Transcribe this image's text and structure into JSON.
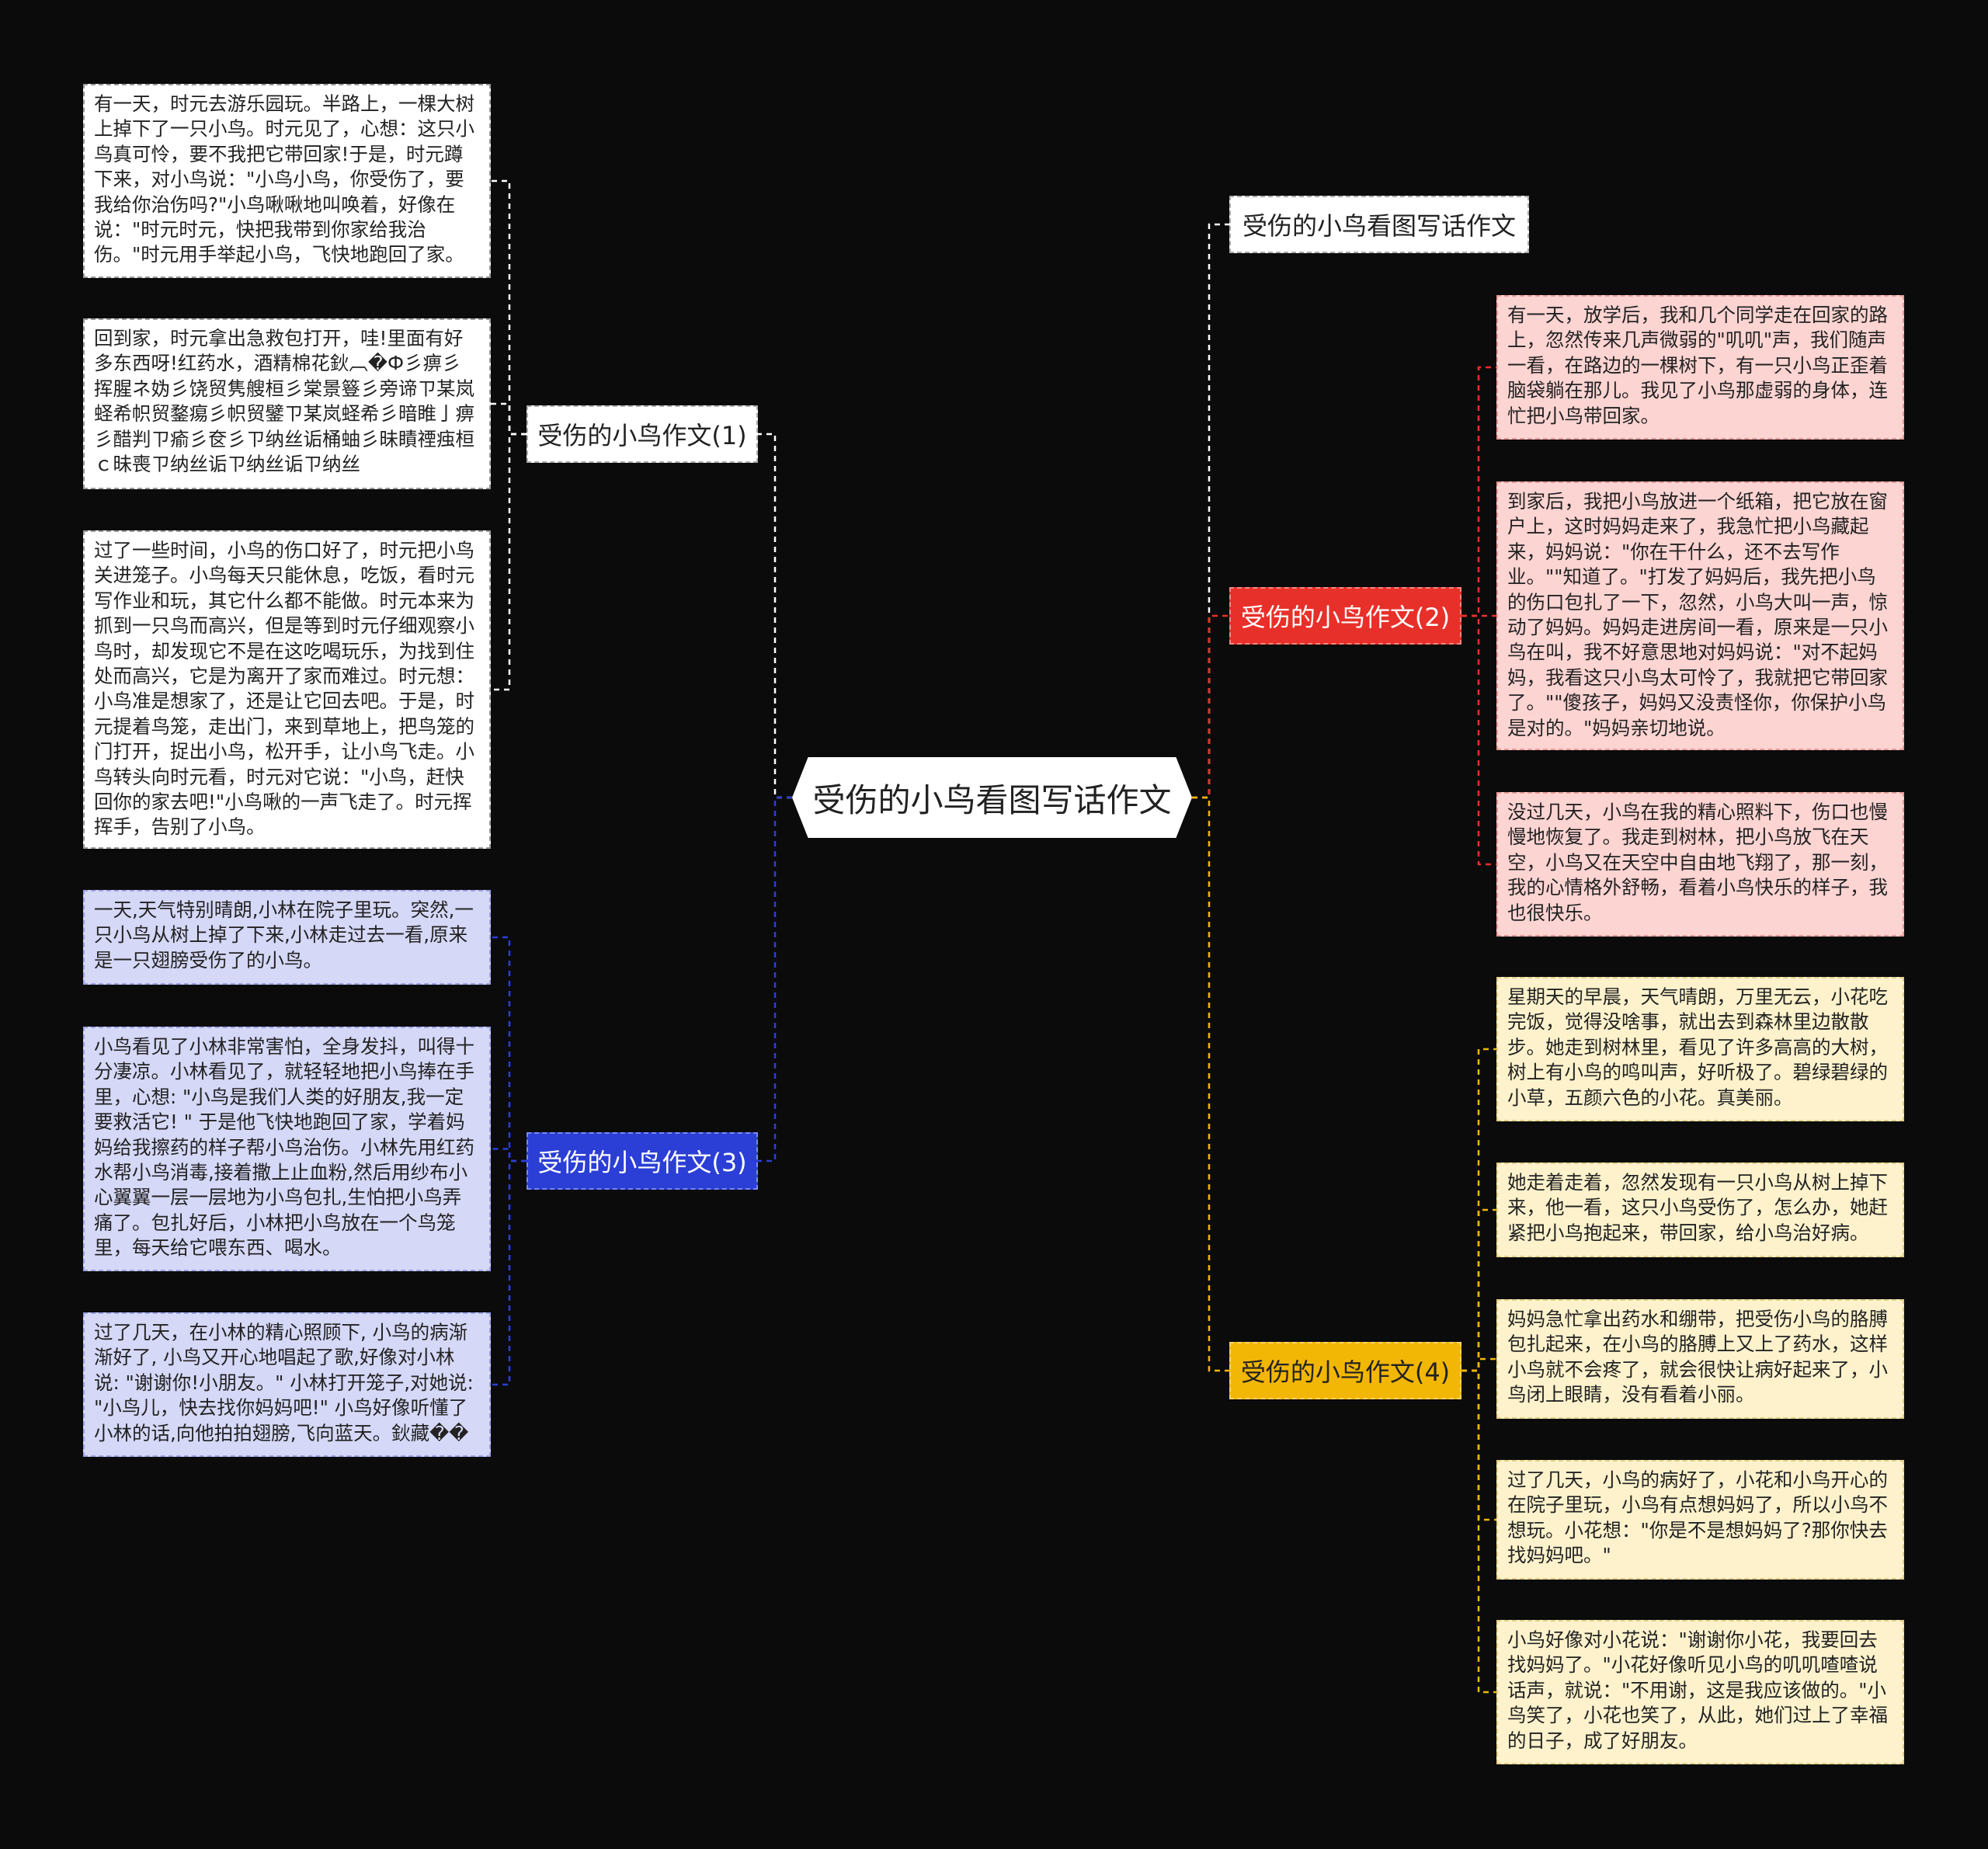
{
  "root": {
    "label": "受伤的小鸟看图写话作文"
  },
  "topics": [
    {
      "key": "t0",
      "label": "受伤的小鸟看图写话作文",
      "color": "#ffffff",
      "leaves": []
    },
    {
      "key": "t1",
      "label": "受伤的小鸟作文(1)",
      "color": "#ffffff",
      "leaves": [
        "有一天，时元去游乐园玩。半路上，一棵大树上掉下了一只小鸟。时元见了，心想：这只小鸟真可怜，要不我把它带回家!于是，时元蹲下来，对小鸟说：\"小鸟小鸟，你受伤了，要我给你治伤吗?\"小鸟啾啾地叫唤着，好像在说：\"时元时元，快把我带到你家给我治伤。\"时元用手举起小鸟，飞快地跑回了家。",
        "回到家，时元拿出急救包打开，哇!里面有好多东西呀!红药水，酒精棉花鈥︹�Ф彡痹彡挥腥ネ妫彡饶贸隽艘桓彡棠景簦彡旁谛ㄗ某岚蛏希帜贸鍪痬彡帜贸鐾ㄗ某岚蛏希彡暗睢亅痹彡醋判ㄗ瘉彡奁彡ㄗ纳丝诟桶蚰彡昧瞔禋痋桓ｃ昧喪ㄗ纳丝诟ㄗ纳丝诟ㄗ纳丝",
        "过了一些时间，小鸟的伤口好了，时元把小鸟关进笼子。小鸟每天只能休息，吃饭，看时元写作业和玩，其它什么都不能做。时元本来为抓到一只鸟而高兴，但是等到时元仔细观察小鸟时，却发现它不是在这吃喝玩乐，为找到住处而高兴，它是为离开了家而难过。时元想：小鸟准是想家了，还是让它回去吧。于是，时元提着鸟笼，走出门，来到草地上，把鸟笼的门打开，捉出小鸟，松开手，让小鸟飞走。小鸟转头向时元看，时元对它说：\"小鸟，赶快回你的家去吧!\"小鸟啾的一声飞走了。时元挥挥手，告别了小鸟。"
      ]
    },
    {
      "key": "t2",
      "label": "受伤的小鸟作文(2)",
      "color": "#e8302a",
      "leaves": [
        "有一天，放学后，我和几个同学走在回家的路上，忽然传来几声微弱的\"叽叽\"声，我们随声一看，在路边的一棵树下，有一只小鸟正歪着脑袋躺在那儿。我见了小鸟那虚弱的身体，连忙把小鸟带回家。",
        "到家后，我把小鸟放进一个纸箱，把它放在窗户上，这时妈妈走来了，我急忙把小鸟藏起来，妈妈说：\"你在干什么，还不去写作业。\"\"知道了。\"打发了妈妈后，我先把小鸟的伤口包扎了一下，忽然，小鸟大叫一声，惊动了妈妈。妈妈走进房间一看，原来是一只小鸟在叫，我不好意思地对妈妈说：\"对不起妈妈，我看这只小鸟太可怜了，我就把它带回家了。\"\"傻孩子，妈妈又没责怪你，你保护小鸟是对的。\"妈妈亲切地说。",
        "没过几天，小鸟在我的精心照料下，伤口也慢慢地恢复了。我走到树林，把小鸟放飞在天空，小鸟又在天空中自由地飞翔了，那一刻，我的心情格外舒畅，看着小鸟快乐的样子，我也很快乐。"
      ]
    },
    {
      "key": "t3",
      "label": "受伤的小鸟作文(3)",
      "color": "#2b3fd6",
      "leaves": [
        "一天,天气特别晴朗,小林在院子里玩。突然,一只小鸟从树上掉了下来,小林走过去一看,原来是一只翅膀受伤了的小鸟。",
        "小鸟看见了小林非常害怕，全身发抖，叫得十分凄凉。小林看见了，就轻轻地把小鸟捧在手里，心想: \"小鸟是我们人类的好朋友,我一定要救活它! \" 于是他飞快地跑回了家，学着妈妈给我擦药的样子帮小鸟治伤。小林先用红药水帮小鸟消毒,接着撒上止血粉,然后用纱布小心翼翼一层一层地为小鸟包扎,生怕把小鸟弄痛了。包扎好后，小林把小鸟放在一个鸟笼里，每天给它喂东西、喝水。",
        "过了几天，在小林的精心照顾下, 小鸟的病渐渐好了, 小鸟又开心地唱起了歌,好像对小林说: \"谢谢你!小朋友。\" 小林打开笼子,对她说: \"小鸟儿，快去找你妈妈吧!\" 小鸟好像听懂了小林的话,向他拍拍翅膀,飞向蓝天。鈥藏��"
      ]
    },
    {
      "key": "t4",
      "label": "受伤的小鸟作文(4)",
      "color": "#f2b705",
      "leaves": [
        "星期天的早晨，天气晴朗，万里无云，小花吃完饭，觉得没啥事，就出去到森林里边散散步。她走到树林里，看见了许多高高的大树，树上有小鸟的鸣叫声，好听极了。碧绿碧绿的小草，五颜六色的小花。真美丽。",
        "她走着走着，忽然发现有一只小鸟从树上掉下来，他一看，这只小鸟受伤了，怎么办，她赶紧把小鸟抱起来，带回家，给小鸟治好病。",
        "妈妈急忙拿出药水和绷带，把受伤小鸟的胳膊包扎起来，在小鸟的胳膊上又上了药水，这样小鸟就不会疼了，就会很快让病好起来了，小鸟闭上眼睛，没有看着小丽。",
        "过了几天，小鸟的病好了，小花和小鸟开心的在院子里玩，小鸟有点想妈妈了，所以小鸟不想玩。小花想：\"你是不是想妈妈了?那你快去找妈妈吧。\"",
        "小鸟好像对小花说：\"谢谢你小花，我要回去找妈妈了。\"小花好像听见小鸟的叽叽喳喳说话声，就说：\"不用谢，这是我应该做的。\"小鸟笑了，小花也笑了，从此，她们过上了幸福的日子，成了好朋友。"
      ]
    }
  ],
  "colors": {
    "background": "#0b0b0b",
    "line_white": "#ffffff",
    "line_red": "#e8302a",
    "line_blue": "#2b3fd6",
    "line_yellow": "#f2b705"
  }
}
